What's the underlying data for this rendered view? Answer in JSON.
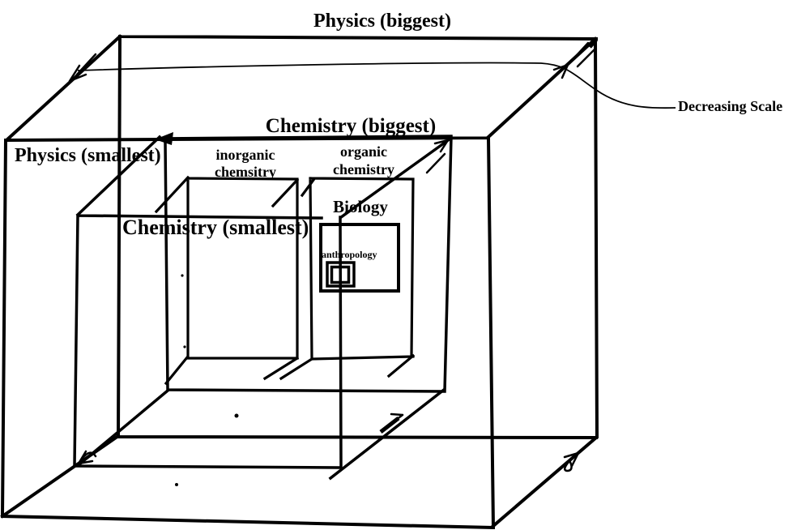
{
  "colors": {
    "ink": "#000000",
    "background": "#ffffff"
  },
  "diagram": {
    "labels": {
      "physics_biggest": "Physics (biggest)",
      "chemistry_biggest": "Chemistry (biggest)",
      "physics_smallest": "Physics (smallest)",
      "inorganic_chemistry": {
        "line1": "inorganic",
        "line2": "chemsitry"
      },
      "organic_chemistry": {
        "line1": "organic",
        "line2": "chemistry"
      },
      "biology": "Biology",
      "chemistry_smallest": "Chemistry (smallest)",
      "anthropology": "anthropology",
      "decreasing_scale": "Decreasing Scale"
    },
    "nesting_order_outer_to_inner": [
      "Physics",
      "Chemistry",
      "inorganic chemsitry / organic chemistry",
      "Biology",
      "anthropology"
    ]
  }
}
